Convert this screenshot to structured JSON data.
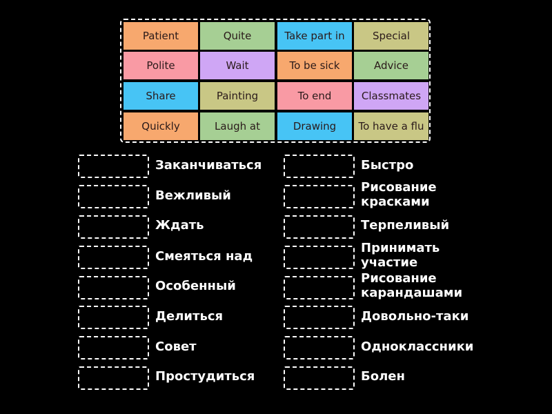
{
  "colors": {
    "orange": "#f7a86e",
    "green": "#a6cf94",
    "blue": "#47c4f5",
    "olive": "#c9c785",
    "pink": "#f99aa4",
    "purple": "#cfa6f5",
    "background": "#000000",
    "dash": "#ffffff"
  },
  "tiles": [
    {
      "label": "Patient",
      "color": "#f7a86e"
    },
    {
      "label": "Quite",
      "color": "#a6cf94"
    },
    {
      "label": "Take part in",
      "color": "#47c4f5"
    },
    {
      "label": "Special",
      "color": "#c9c785"
    },
    {
      "label": "Polite",
      "color": "#f99aa4"
    },
    {
      "label": "Wait",
      "color": "#cfa6f5"
    },
    {
      "label": "To be sick",
      "color": "#f7a86e"
    },
    {
      "label": "Advice",
      "color": "#a6cf94"
    },
    {
      "label": "Share",
      "color": "#47c4f5"
    },
    {
      "label": "Painting",
      "color": "#c9c785"
    },
    {
      "label": "To end",
      "color": "#f99aa4"
    },
    {
      "label": "Classmates",
      "color": "#cfa6f5"
    },
    {
      "label": "Quickly",
      "color": "#f7a86e"
    },
    {
      "label": "Laugh at",
      "color": "#a6cf94"
    },
    {
      "label": "Drawing",
      "color": "#47c4f5"
    },
    {
      "label": "To have a flu",
      "color": "#c9c785"
    }
  ],
  "left_targets": [
    {
      "label": "Заканчиваться"
    },
    {
      "label": "Вежливый"
    },
    {
      "label": "Ждать"
    },
    {
      "label": "Смеяться над"
    },
    {
      "label": "Особенный"
    },
    {
      "label": "Делиться"
    },
    {
      "label": "Совет"
    },
    {
      "label": "Простудиться"
    }
  ],
  "right_targets": [
    {
      "label": "Быстро"
    },
    {
      "label": "Рисование красками"
    },
    {
      "label": "Терпеливый"
    },
    {
      "label": "Принимать участие"
    },
    {
      "label": "Рисование карандашами"
    },
    {
      "label": "Довольно-таки"
    },
    {
      "label": "Одноклассники"
    },
    {
      "label": "Болен"
    }
  ]
}
